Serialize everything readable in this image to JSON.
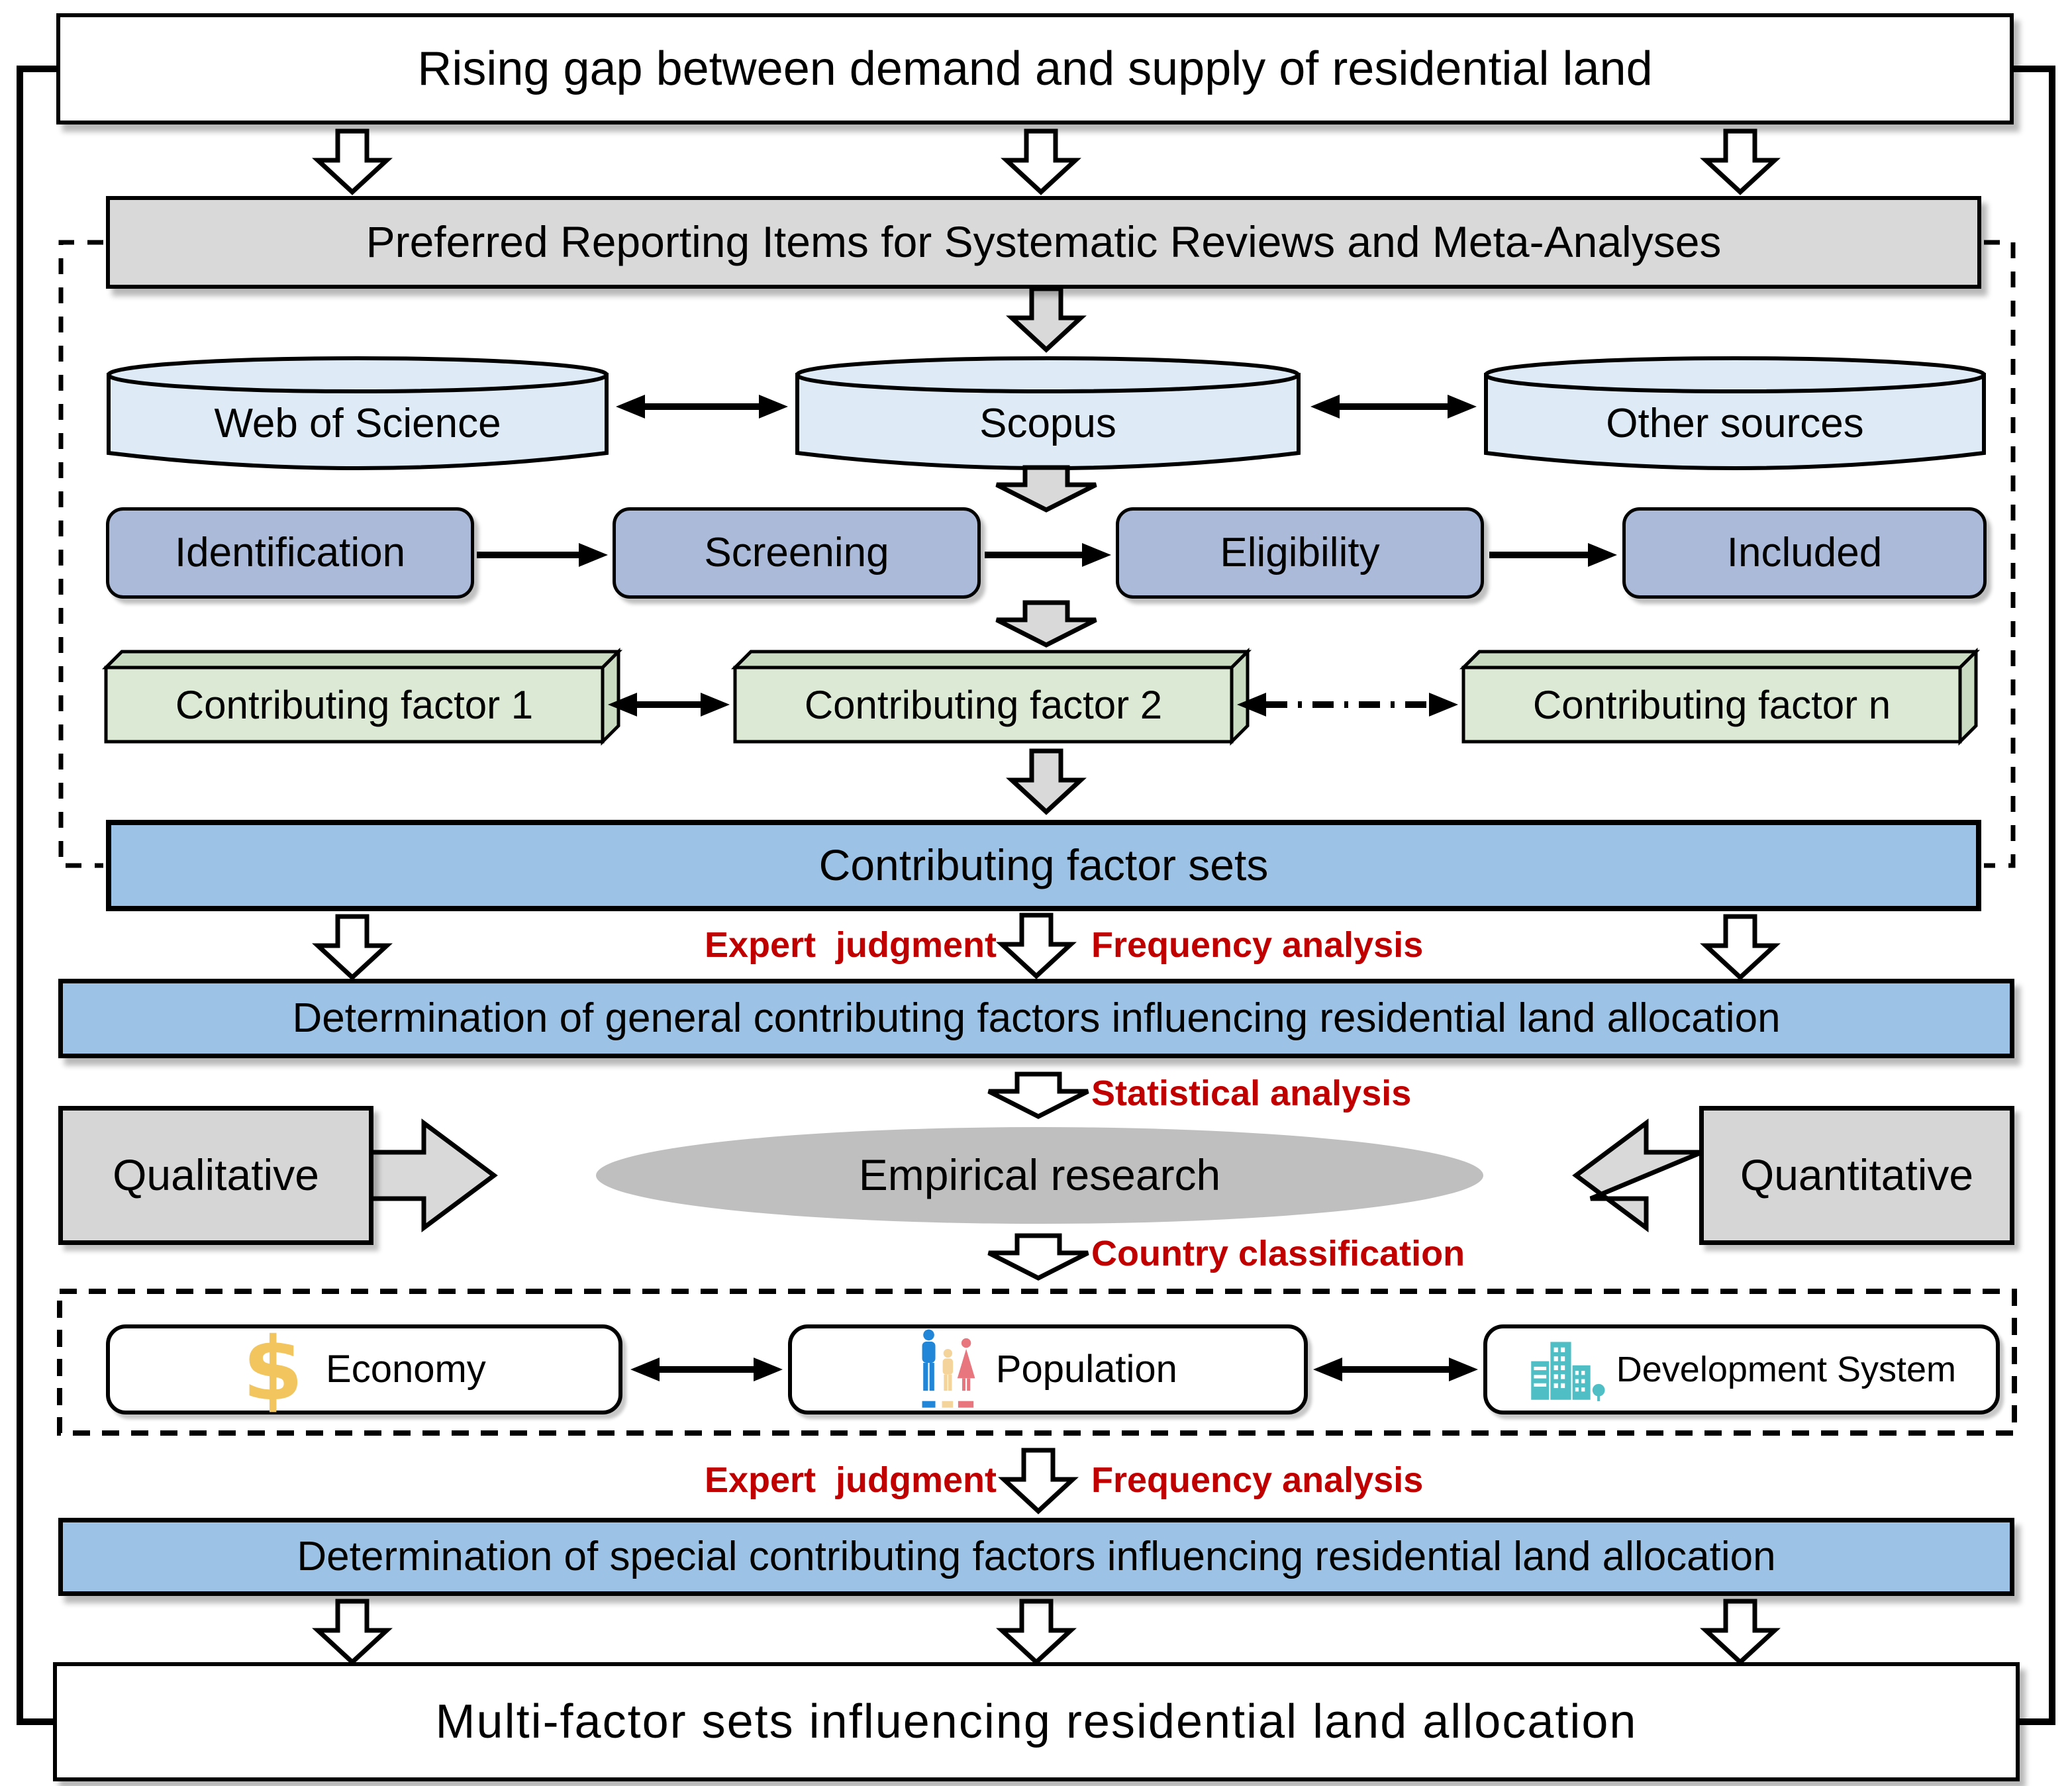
{
  "nodes": {
    "problem": "Rising gap between demand and supply of residential land",
    "prisma": "Preferred Reporting Items for Systematic Reviews and Meta-Analyses",
    "databases": [
      "Web of Science",
      "Scopus",
      "Other sources"
    ],
    "prisma_stages": [
      "Identification",
      "Screening",
      "Eligibility",
      "Included"
    ],
    "factors": [
      "Contributing factor 1",
      "Contributing factor 2",
      "Contributing factor n"
    ],
    "factor_sets": "Contributing factor sets",
    "general_determination": "Determination of general contributing factors influencing residential land allocation",
    "qualitative": "Qualitative",
    "empirical": "Empirical research",
    "quantitative": "Quantitative",
    "country_categories": [
      "Economy",
      "Population",
      "Development System"
    ],
    "special_determination": "Determination of special contributing factors influencing residential land allocation",
    "outcome": "Multi-factor sets influencing residential land allocation"
  },
  "method_labels": {
    "expert_judgment": "Expert  judgment",
    "frequency_analysis": "Frequency analysis",
    "statistical_analysis": "Statistical analysis",
    "country_classification": "Country classification"
  },
  "icons": {
    "economy": "dollar-icon",
    "dollar_glyph": "$",
    "population": "people-icon",
    "development_system": "buildings-icon"
  },
  "colors": {
    "bar_blue": "#9CC3E5",
    "cylinder_blue": "#DEEBF7",
    "stage_blue": "#ABBAD9",
    "factor_green": "#DCE9D5",
    "factor_green_side": "#C9DCC1",
    "box_gray": "#D9D9D9",
    "ellipse_gray": "#BFBFBF",
    "accent_red": "#C00000",
    "dollar_yellow": "#F2C55E",
    "people_blue": "#2186D8",
    "people_tan": "#F5D49B",
    "people_pink": "#E8767F",
    "buildings_teal": "#4FBEC5"
  }
}
